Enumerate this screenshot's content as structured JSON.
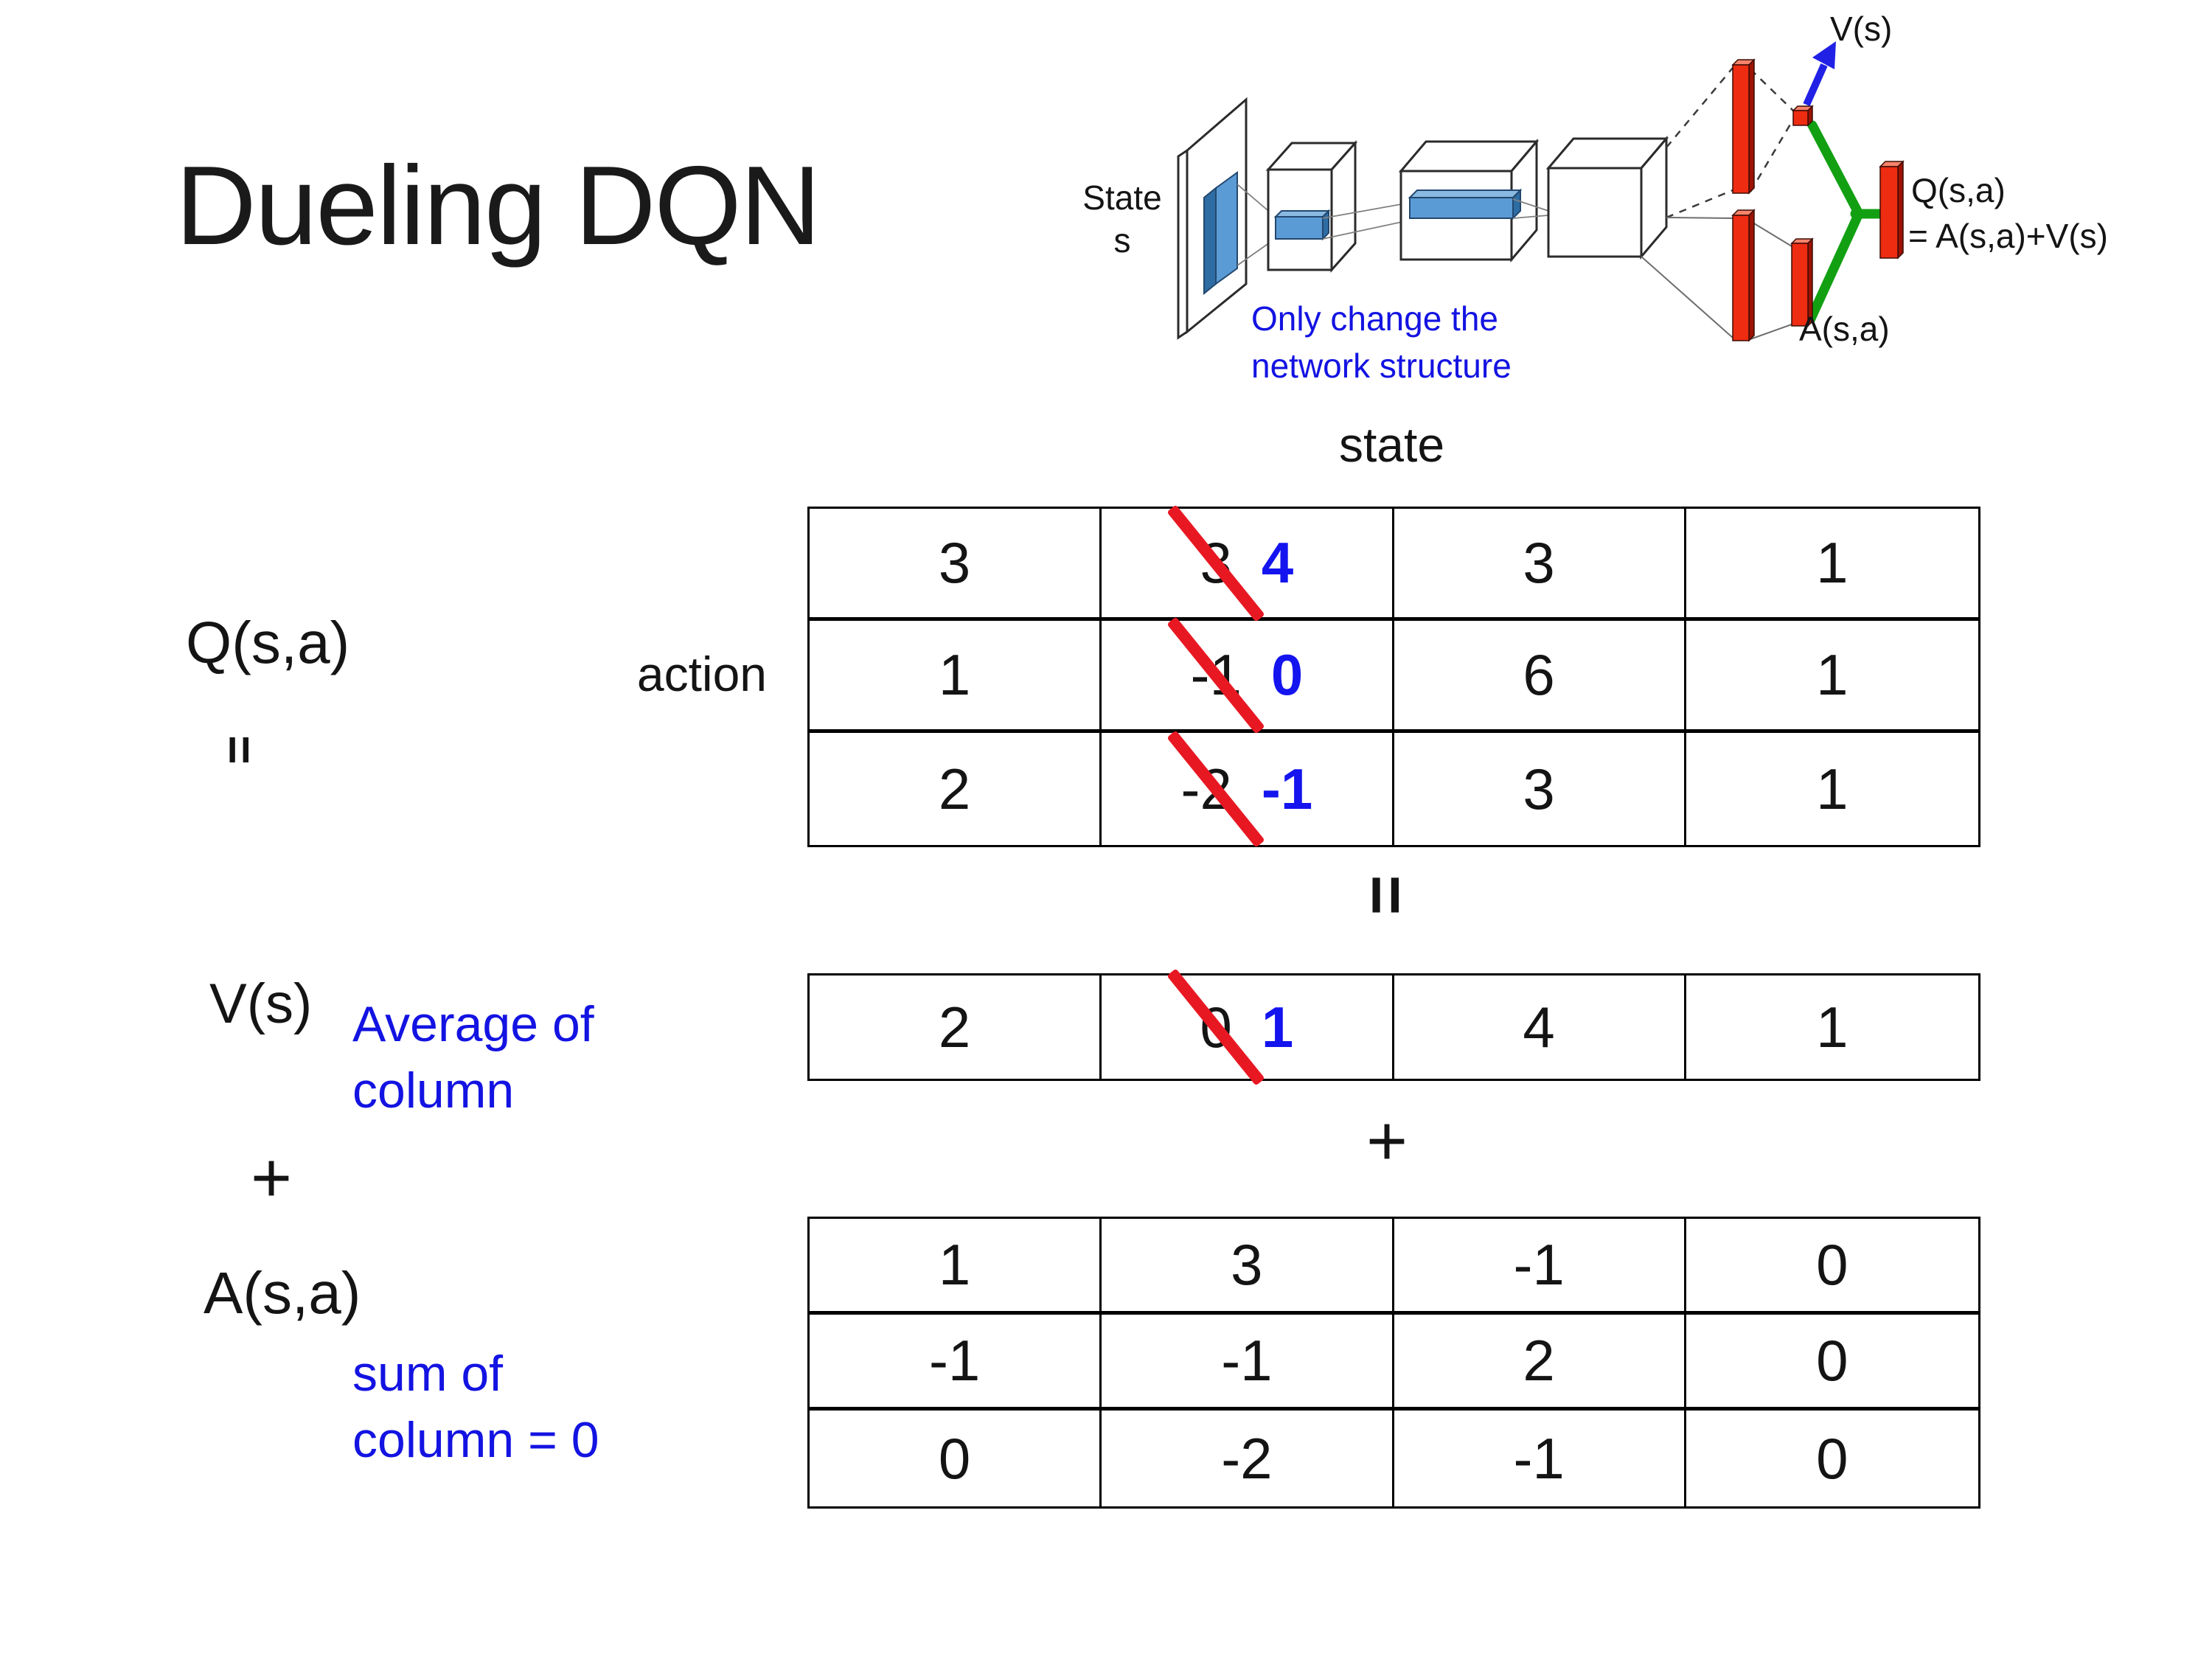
{
  "slide": {
    "title": "Dueling DQN"
  },
  "labels": {
    "state": "state",
    "action": "action"
  },
  "equation": {
    "q": "Q(s,a)",
    "equals": "=",
    "v": "V(s)",
    "plus": "+",
    "a": "A(s,a)",
    "equals_mid": "=",
    "plus_mid": "+"
  },
  "notes": {
    "v_line1": "Average of",
    "v_line2": "column",
    "a_line1": "sum of",
    "a_line2": "column = 0"
  },
  "diagram": {
    "state_line1": "State",
    "state_line2": "s",
    "v_label": "V(s)",
    "q_label_line1": "Q(s,a)",
    "q_label_line2": "= A(s,a)+V(s)",
    "a_label": "A(s,a)",
    "note_line1": "Only change the",
    "note_line2": "network structure"
  },
  "q_table": {
    "rows": [
      {
        "c0": "3",
        "old": "3",
        "new": "4",
        "c2": "3",
        "c3": "1"
      },
      {
        "c0": "1",
        "old": "-1",
        "new": "0",
        "c2": "6",
        "c3": "1"
      },
      {
        "c0": "2",
        "old": "-2",
        "new": "-1",
        "c2": "3",
        "c3": "1"
      }
    ]
  },
  "v_table": {
    "c0": "2",
    "old": "0",
    "new": "1",
    "c2": "4",
    "c3": "1"
  },
  "a_table": {
    "rows": [
      {
        "c0": "1",
        "c1": "3",
        "c2": "-1",
        "c3": "0"
      },
      {
        "c0": "-1",
        "c1": "-1",
        "c2": "2",
        "c3": "0"
      },
      {
        "c0": "0",
        "c1": "-2",
        "c2": "-1",
        "c3": "0"
      }
    ]
  },
  "colors": {
    "accent_blue": "#1313e2",
    "strike_red": "#e81823",
    "bar_red": "#ee2c12",
    "merge_green": "#12a012",
    "arrow_blue": "#2121e6",
    "conv_blue": "#5b9bd5"
  }
}
